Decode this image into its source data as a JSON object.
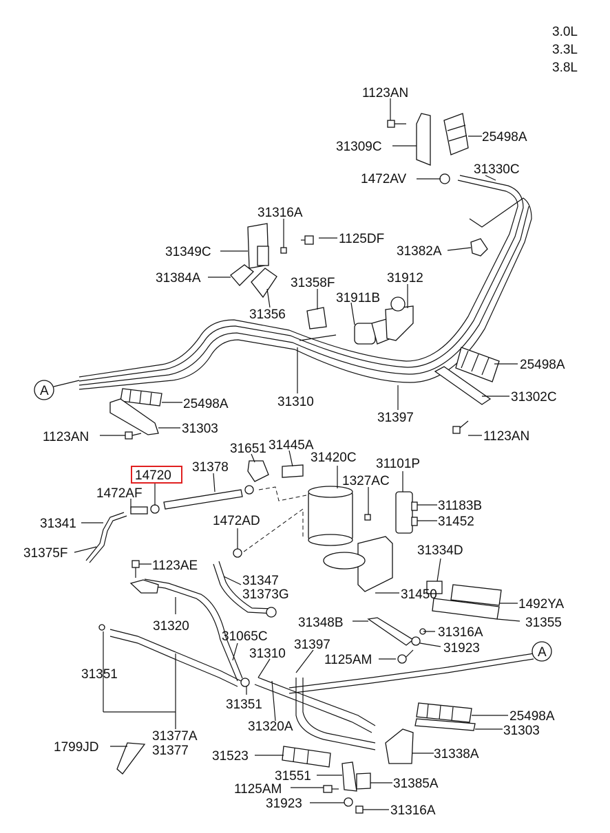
{
  "engine_variants": [
    "3.0L",
    "3.3L",
    "3.8L"
  ],
  "ref_marker": "A",
  "highlighted_part": "14720",
  "callouts": {
    "p1123AN_top": "1123AN",
    "p31309C": "31309C",
    "p25498A_top": "25498A",
    "p1472AV": "1472AV",
    "p31330C": "31330C",
    "p31316A_top": "31316A",
    "p1125DF": "1125DF",
    "p31349C": "31349C",
    "p31382A": "31382A",
    "p31384A": "31384A",
    "p31358F": "31358F",
    "p31912": "31912",
    "p31911B": "31911B",
    "p31356": "31356",
    "p25498A_right": "25498A",
    "p31310_top": "31310",
    "p31302C": "31302C",
    "p25498A_left": "25498A",
    "p31397_top": "31397",
    "p31303_left": "31303",
    "p1123AN_left": "1123AN",
    "p1123AN_right": "1123AN",
    "p31651": "31651",
    "p31445A": "31445A",
    "p31420C": "31420C",
    "p31101P": "31101P",
    "p14720": "14720",
    "p31378": "31378",
    "p1327AC": "1327AC",
    "p1472AF": "1472AF",
    "p31183B": "31183B",
    "p31341": "31341",
    "p31452": "31452",
    "p1472AD": "1472AD",
    "p31375F": "31375F",
    "p31334D": "31334D",
    "p1123AE": "1123AE",
    "p31347": "31347",
    "p31373G": "31373G",
    "p31450": "31450",
    "p1492YA": "1492YA",
    "p31320": "31320",
    "p31355": "31355",
    "p31348B": "31348B",
    "p31316A_mid": "31316A",
    "p31065C": "31065C",
    "p31923_mid": "31923",
    "p31397_low": "31397",
    "p31310_low": "31310",
    "p1125AM_mid": "1125AM",
    "p31351_left": "31351",
    "p31351_low": "31351",
    "p25498A_low": "25498A",
    "p31320A": "31320A",
    "p31303_low": "31303",
    "p31377A": "31377A",
    "p31377": "31377",
    "p1799JD": "1799JD",
    "p31523": "31523",
    "p31338A": "31338A",
    "p31551": "31551",
    "p31385A": "31385A",
    "p1125AM_low": "1125AM",
    "p31923_low": "31923",
    "p31316A_low": "31316A"
  }
}
